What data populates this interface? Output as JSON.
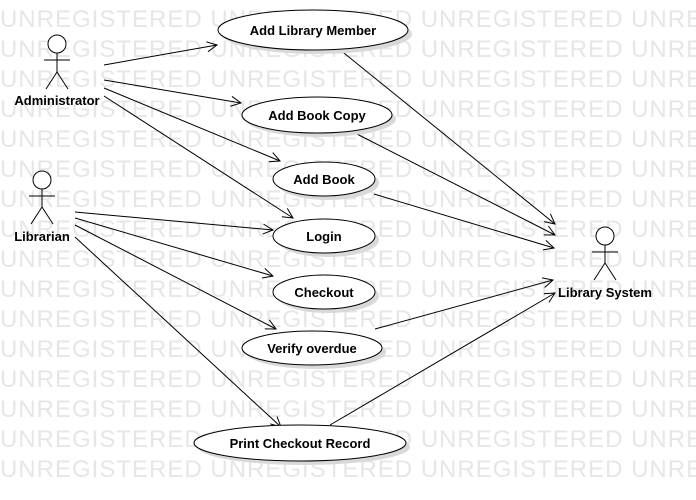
{
  "watermark": {
    "text": "UNREGISTERED UNREGISTERED UNREGISTERED UNREGISTERED"
  },
  "actors": {
    "administrator": "Administrator",
    "librarian": "Librarian",
    "library_system": "Library System"
  },
  "use_cases": {
    "add_library_member": "Add Library Member",
    "add_book_copy": "Add Book Copy",
    "add_book": "Add Book",
    "login": "Login",
    "checkout": "Checkout",
    "verify_overdue": "Verify overdue",
    "print_checkout_record": "Print Checkout Record"
  },
  "colors": {
    "stroke": "#000000",
    "shadow": "#d9d9d9",
    "watermark": "#e6e6e6"
  }
}
